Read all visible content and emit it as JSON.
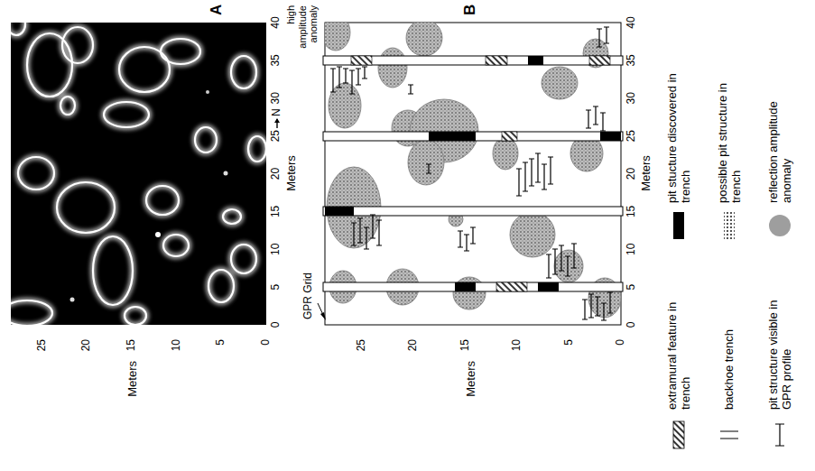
{
  "diagram": {
    "labels": [
      "A",
      "high amplitude anomaly",
      "0",
      "5",
      "10",
      "15",
      "20",
      "25",
      "30",
      "35",
      "40",
      "Meters",
      "N",
      "25",
      "20",
      "15",
      "10",
      "5",
      "0",
      "Meters",
      "B",
      "GPR Grid",
      "25",
      "20",
      "15",
      "10",
      "5",
      "0",
      "Meters",
      "0",
      "5",
      "10",
      "15",
      "20",
      "25",
      "30",
      "35",
      "40",
      "Meters"
    ],
    "legend": [
      {
        "text": "extramural feature in trench"
      },
      {
        "text": "backhoe trench"
      },
      {
        "text": "pit structure visible in GPR profile"
      },
      {
        "text": "pit stucture discovered in trench",
        "color": "#000000"
      },
      {
        "text": "possible pit structure in trench"
      },
      {
        "text": "reflection amplitude anomaly",
        "color": "#9e9e9e"
      }
    ]
  }
}
